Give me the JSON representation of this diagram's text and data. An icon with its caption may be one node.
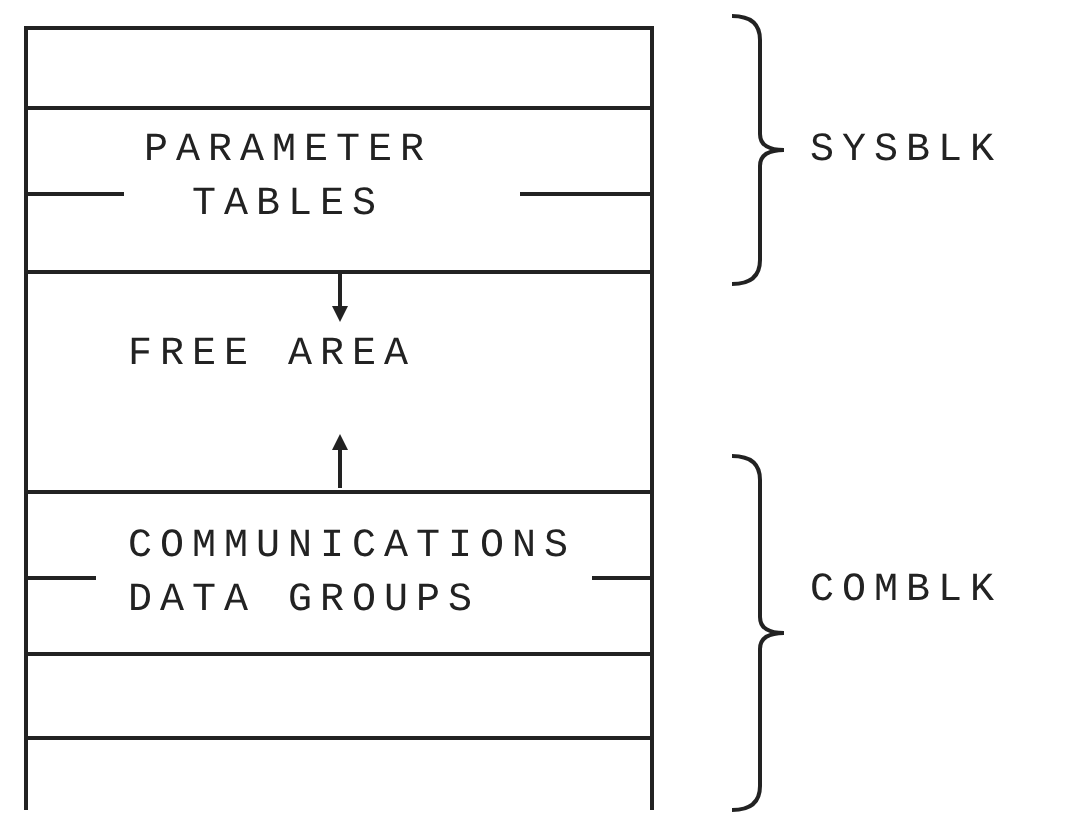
{
  "diagram": {
    "nodes": [
      {
        "text": [],
        "shape": "box"
      },
      {
        "text": [
          "PARAMETER TABLES"
        ]
      },
      {
        "text": [
          "FREE AREA"
        ]
      },
      {
        "text": [
          "COMMUNICATIONS DATA GROUPS"
        ]
      },
      {
        "text": [],
        "shape": "box"
      },
      {
        "text": [],
        "shape": "box"
      }
    ],
    "edges": [
      {
        "from": 1,
        "to": 2,
        "arrow": "to"
      },
      {
        "from": 3,
        "to": 2,
        "arrow": "to"
      }
    ],
    "labels": [
      "SYSBLK",
      "COMBLK"
    ]
  }
}
